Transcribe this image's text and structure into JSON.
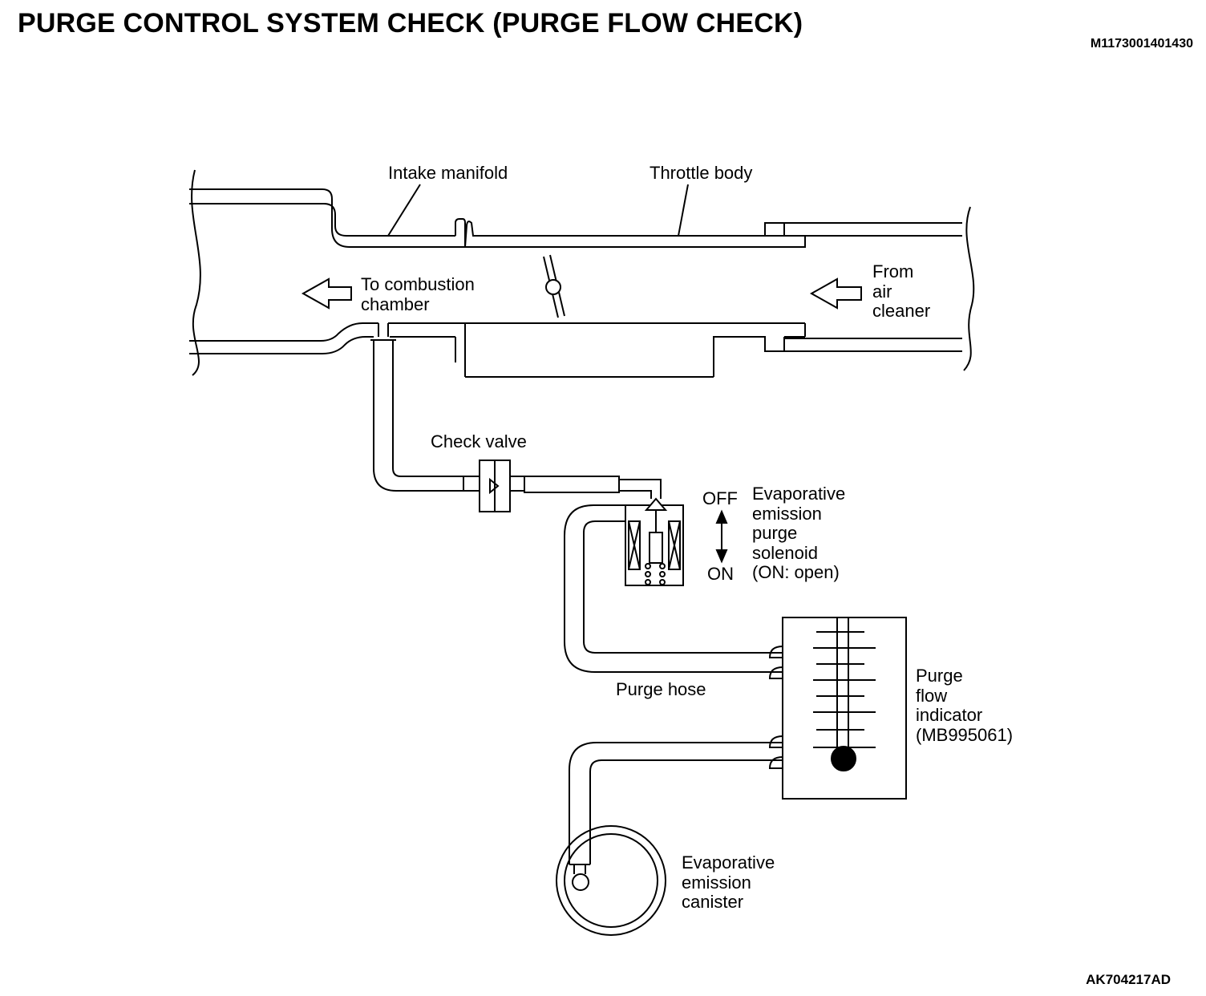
{
  "header": {
    "title": "PURGE CONTROL SYSTEM CHECK (PURGE FLOW CHECK)",
    "doc_id": "M1173001401430"
  },
  "figure_id": "AK704217AD",
  "diagram": {
    "labels": {
      "intake_manifold": "Intake manifold",
      "throttle_body": "Throttle body",
      "to_combustion": [
        "To combustion",
        "chamber"
      ],
      "from_air_cleaner": [
        "From",
        "air",
        "cleaner"
      ],
      "check_valve": "Check valve",
      "off": "OFF",
      "on": "ON",
      "solenoid": [
        "Evaporative",
        "emission",
        "purge",
        "solenoid",
        "(ON: open)"
      ],
      "purge_hose": "Purge hose",
      "flow_indicator": [
        "Purge",
        "flow",
        "indicator",
        "(MB995061)"
      ],
      "canister": [
        "Evaporative",
        "emission",
        "canister"
      ]
    }
  }
}
